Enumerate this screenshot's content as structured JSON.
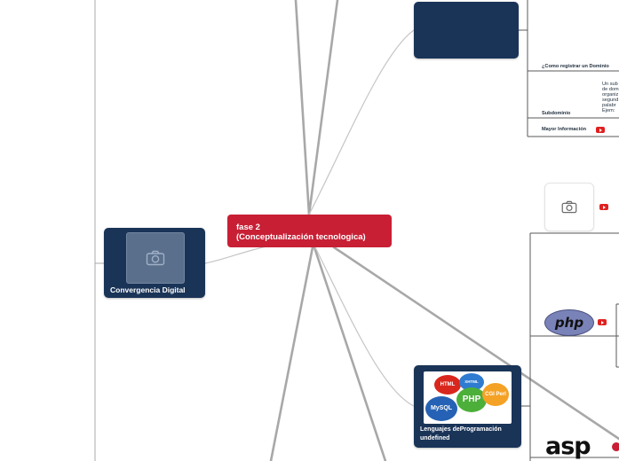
{
  "central_topic": {
    "line1": "fase 2",
    "line2": "(Conceptualización tecnologica)",
    "color": "#c81f35"
  },
  "nodes": {
    "convergencia": {
      "label": "Convergencia Digital",
      "icon": "camera-icon"
    },
    "lenguajes": {
      "label_line1": "Lenguajes deProgramación",
      "label_line2": "undefined",
      "image_words": [
        "HTML",
        "XHTML",
        "PHP",
        "CGI Perl",
        "MySQL"
      ]
    },
    "top_box": {
      "label": ""
    }
  },
  "right_panel": {
    "registrar_label": "¿Como registrar un Dominio",
    "subdominio_label": "Subdominio",
    "subdominio_text": [
      "Un sub",
      "de dom",
      "organiz",
      "segund",
      "palabr",
      "Ejem: "
    ],
    "mayor_info_label": "Mayor Información",
    "php_logo_text": "php",
    "asp_logo_text": "asp"
  },
  "colors": {
    "node_dark": "#1a3458",
    "link_gray": "#a8a8a8",
    "youtube_red": "#e02020"
  }
}
